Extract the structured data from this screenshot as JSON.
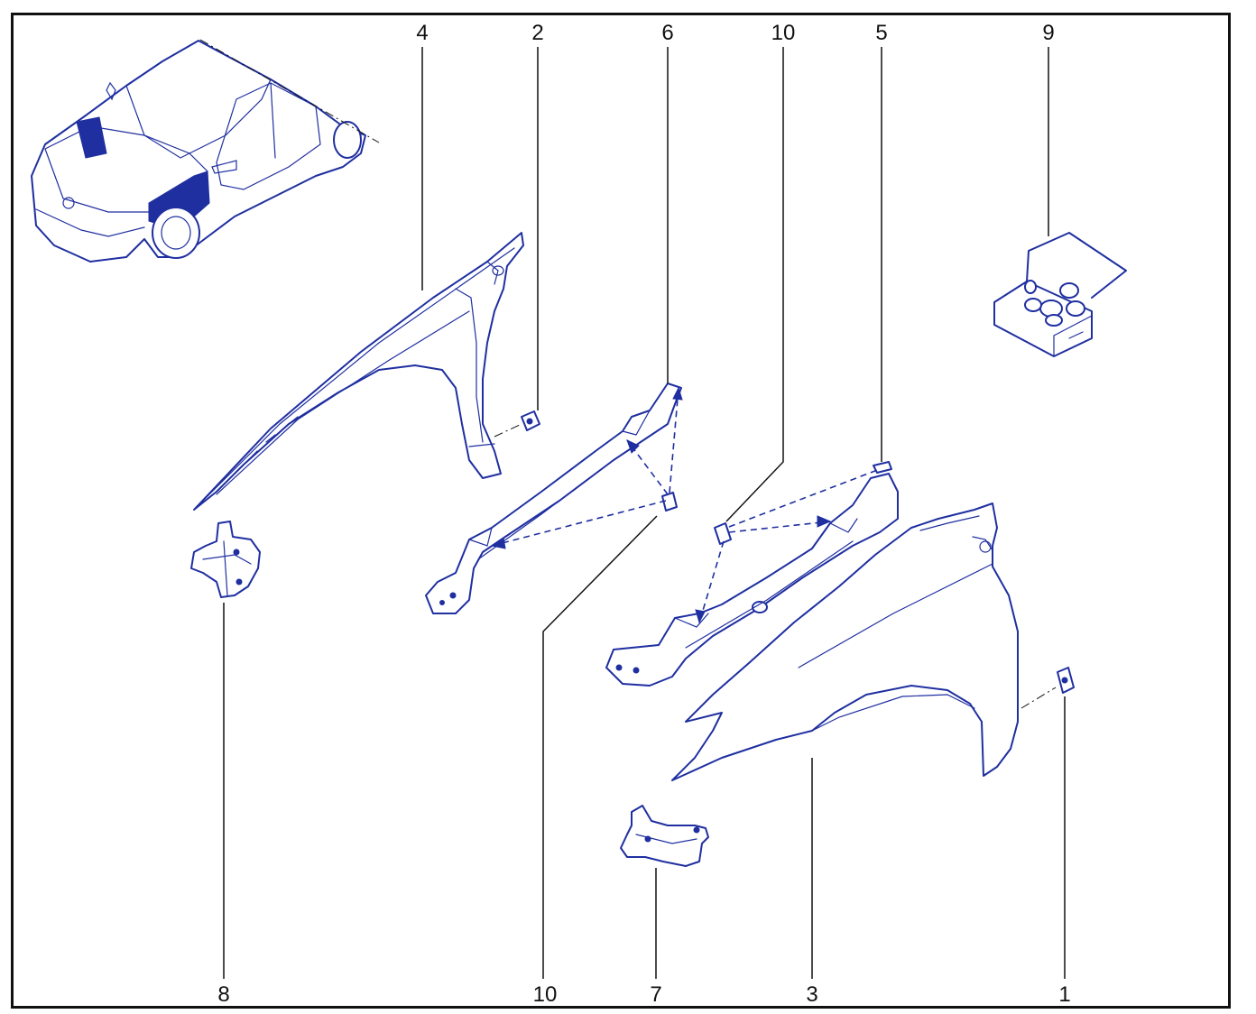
{
  "diagram": {
    "accent_color": "#1f2fa0",
    "callouts": {
      "c4": "4",
      "c2": "2",
      "c6": "6",
      "c10_top": "10",
      "c5": "5",
      "c9": "9",
      "c8": "8",
      "c10_bottom": "10",
      "c7": "7",
      "c3": "3",
      "c1": "1"
    },
    "parts": [
      "car-overview",
      "left-front-wing",
      "wing-clip-left",
      "wing-bracket-left",
      "wing-nut-left",
      "lower-bracket-left",
      "wing-nut-right",
      "wing-bracket-right",
      "wing-clip-right",
      "right-front-wing",
      "lower-bracket-right",
      "fastener-kit"
    ]
  }
}
